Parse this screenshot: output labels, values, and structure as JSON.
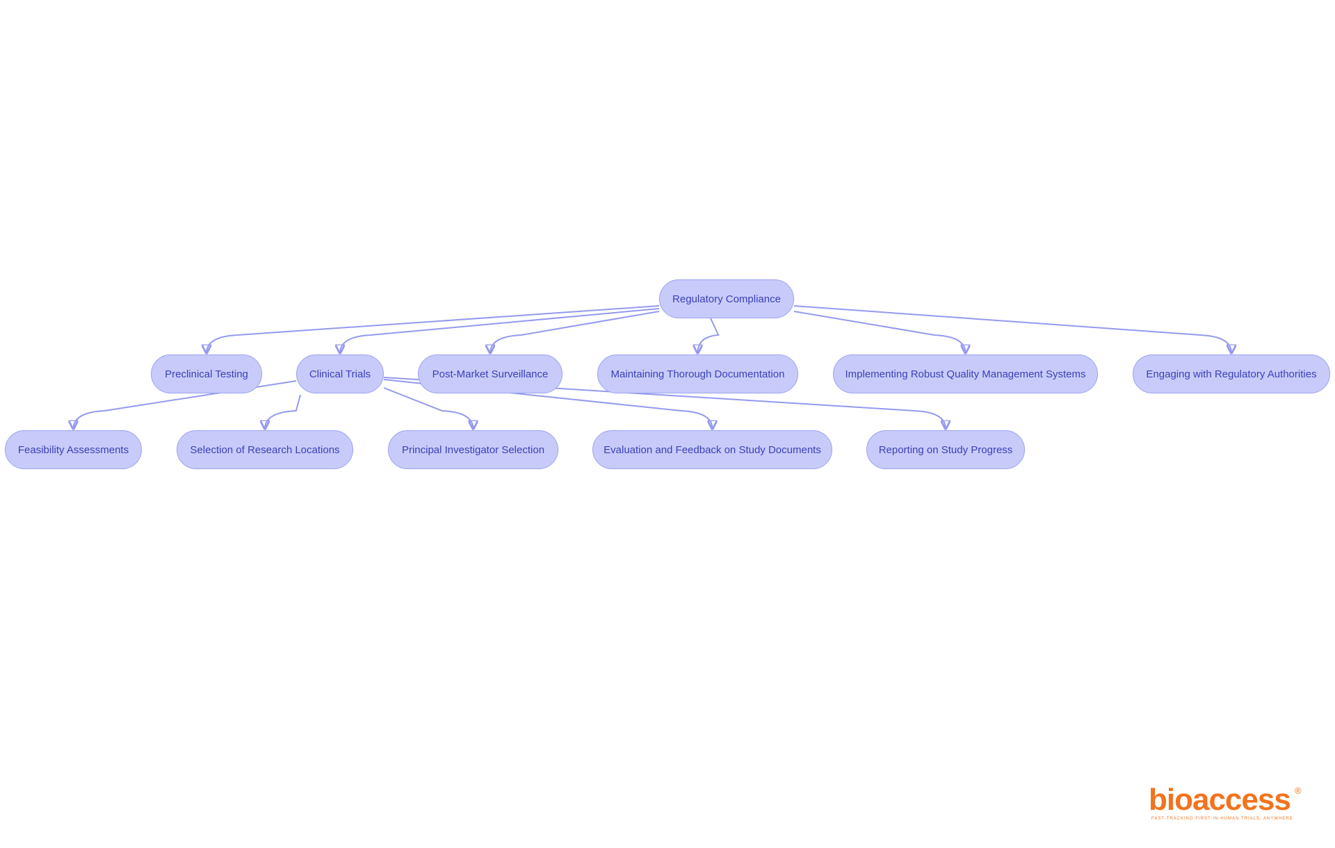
{
  "diagram": {
    "nodes": [
      {
        "id": "root",
        "label": "Regulatory Compliance"
      },
      {
        "id": "preclinical",
        "label": "Preclinical Testing"
      },
      {
        "id": "clinical",
        "label": "Clinical Trials"
      },
      {
        "id": "postmarket",
        "label": "Post-Market Surveillance"
      },
      {
        "id": "documentation",
        "label": "Maintaining Thorough Documentation"
      },
      {
        "id": "qms",
        "label": "Implementing Robust Quality Management Systems"
      },
      {
        "id": "authorities",
        "label": "Engaging with Regulatory Authorities"
      },
      {
        "id": "feasibility",
        "label": "Feasibility Assessments"
      },
      {
        "id": "locations",
        "label": "Selection of Research Locations"
      },
      {
        "id": "investigator",
        "label": "Principal Investigator Selection"
      },
      {
        "id": "evaluation",
        "label": "Evaluation and Feedback on Study Documents"
      },
      {
        "id": "reporting",
        "label": "Reporting on Study Progress"
      }
    ],
    "edges": [
      {
        "from": "root",
        "to": "preclinical"
      },
      {
        "from": "root",
        "to": "clinical"
      },
      {
        "from": "root",
        "to": "postmarket"
      },
      {
        "from": "root",
        "to": "documentation"
      },
      {
        "from": "root",
        "to": "qms"
      },
      {
        "from": "root",
        "to": "authorities"
      },
      {
        "from": "clinical",
        "to": "feasibility"
      },
      {
        "from": "clinical",
        "to": "locations"
      },
      {
        "from": "clinical",
        "to": "investigator"
      },
      {
        "from": "clinical",
        "to": "evaluation"
      },
      {
        "from": "clinical",
        "to": "reporting"
      }
    ]
  },
  "logo": {
    "wordmark": "bioaccess",
    "registered": "®",
    "tagline": "FAST-TRACKING FIRST-IN-HUMAN TRIALS, ANYWHERE"
  },
  "colors": {
    "node_fill": "#c8cbfa",
    "node_border": "#9ba1f0",
    "node_text": "#3b3fb5",
    "edge": "#9499ee",
    "logo": "#f2731d"
  }
}
